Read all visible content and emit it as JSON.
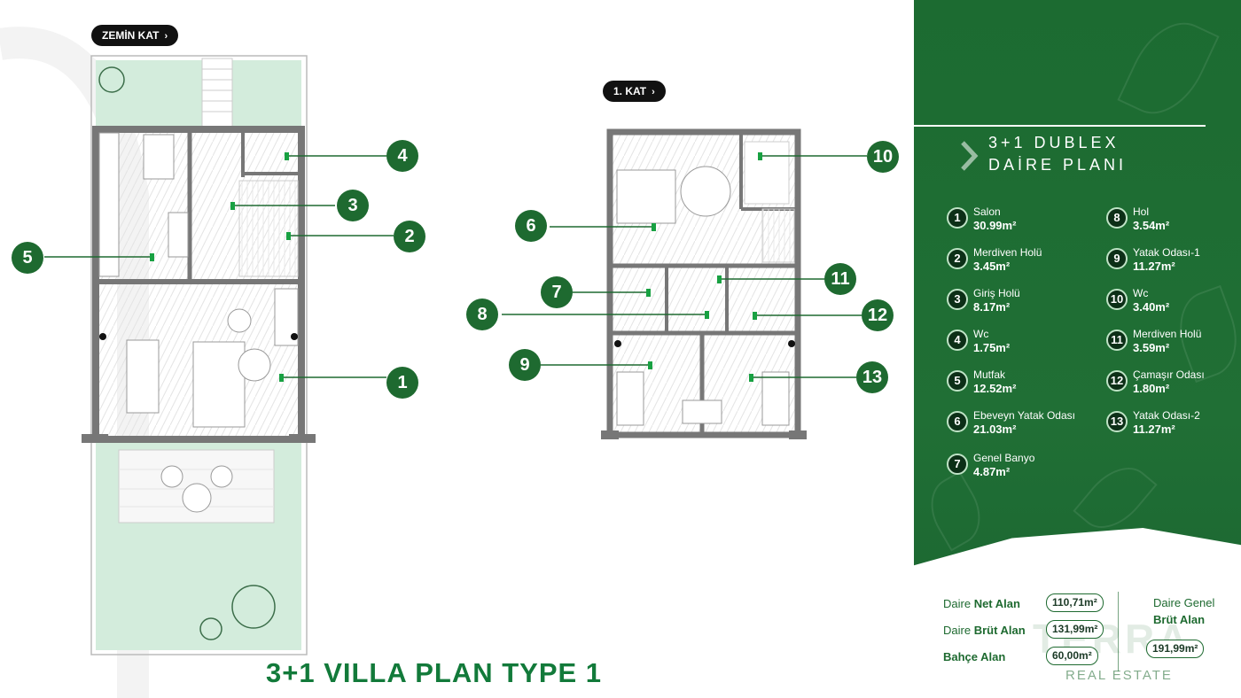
{
  "colors": {
    "brand_green": "#1e6a30",
    "dark": "#111111",
    "garden": "#d3ecdc",
    "title_green": "#127a3a"
  },
  "floors": {
    "ground": {
      "label": "ZEMİN KAT"
    },
    "first": {
      "label": "1. KAT"
    }
  },
  "plan_title": "3+1 VILLA PLAN TYPE 1",
  "markers": {
    "m1": "1",
    "m2": "2",
    "m3": "3",
    "m4": "4",
    "m5": "5",
    "m6": "6",
    "m7": "7",
    "m8": "8",
    "m9": "9",
    "m10": "10",
    "m11": "11",
    "m12": "12",
    "m13": "13"
  },
  "panel": {
    "title_line1": "3+1 DUBLEX",
    "title_line2": "DAİRE PLANI",
    "rooms": [
      {
        "num": "1",
        "name": "Salon",
        "area": "30.99m²"
      },
      {
        "num": "2",
        "name": "Merdiven Holü",
        "area": "3.45m²"
      },
      {
        "num": "3",
        "name": "Giriş Holü",
        "area": "8.17m²"
      },
      {
        "num": "4",
        "name": "Wc",
        "area": "1.75m²"
      },
      {
        "num": "5",
        "name": "Mutfak",
        "area": "12.52m²"
      },
      {
        "num": "6",
        "name": "Ebeveyn Yatak Odası",
        "area": "21.03m²"
      },
      {
        "num": "7",
        "name": "Genel Banyo",
        "area": "4.87m²"
      },
      {
        "num": "8",
        "name": "Hol",
        "area": "3.54m²"
      },
      {
        "num": "9",
        "name": "Yatak Odası-1",
        "area": "11.27m²"
      },
      {
        "num": "10",
        "name": "Wc",
        "area": "3.40m²"
      },
      {
        "num": "11",
        "name": "Merdiven Holü",
        "area": "3.59m²"
      },
      {
        "num": "12",
        "name": "Çamaşır Odası",
        "area": "1.80m²"
      },
      {
        "num": "13",
        "name": "Yatak Odası-2",
        "area": "11.27m²"
      }
    ],
    "areas": {
      "net_label_1": "Daire ",
      "net_label_2": "Net Alan",
      "net_value": "110,71m²",
      "brut_label_1": "Daire ",
      "brut_label_2": "Brüt Alan",
      "brut_value": "131,99m²",
      "garden_label": "Bahçe Alan",
      "garden_value": "60,00m²",
      "genel_label_1": "Daire Genel",
      "genel_label_2": "Brüt Alan",
      "genel_value": "191,99m²"
    },
    "brand": "TERRA",
    "brand_sub": "REAL ESTATE"
  }
}
